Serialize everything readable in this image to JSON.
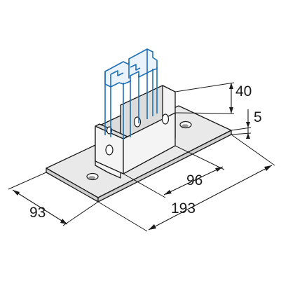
{
  "dimensions": {
    "width": "93",
    "length": "193",
    "hole_spacing": "96",
    "bracket_height": "40",
    "plate_thickness": "5"
  },
  "colors": {
    "channel_outline": "#1f6fb4",
    "line": "#1a1a1a",
    "plate_fill": "#e9e9e9"
  }
}
